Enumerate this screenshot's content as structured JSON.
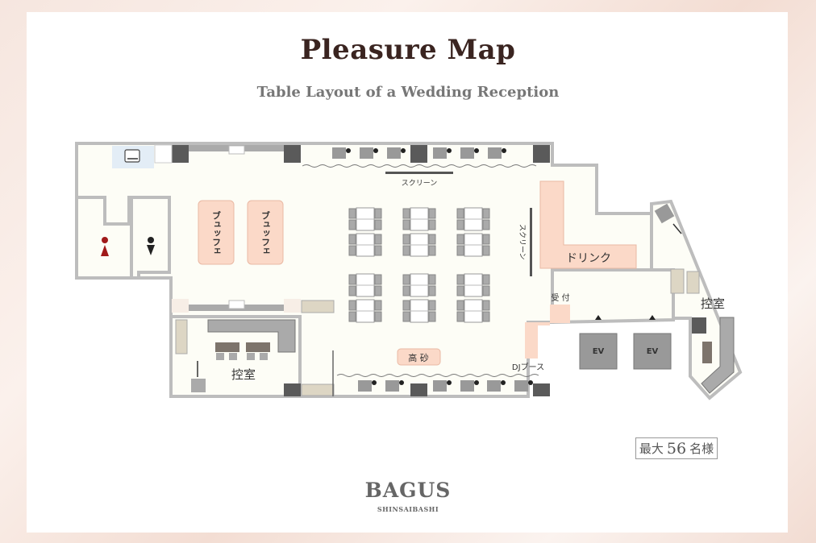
{
  "header": {
    "title": "Pleasure Map",
    "subtitle": "Table Layout of a Wedding Reception"
  },
  "plan": {
    "screen_top": "スクリーン",
    "screen_side": "スクリーン",
    "buffet_1": "ブュッフェ",
    "buffet_2": "ブュッフェ",
    "drink": "ドリンク",
    "reception": "受 付",
    "dj_booth": "DJブース",
    "head_table": "高 砂",
    "waiting_room_left": "控室",
    "waiting_room_right": "控室",
    "ev_1": "EV",
    "ev_2": "EV"
  },
  "capacity": {
    "prefix": "最大",
    "number": "56",
    "suffix": "名様"
  },
  "footer": {
    "brand": "BAGUS",
    "location": "SHINSAIBASHI"
  },
  "colors": {
    "accent_fill": "#fbd9c8",
    "wall": "#bdbdbd",
    "floor": "#fdfdf5"
  }
}
